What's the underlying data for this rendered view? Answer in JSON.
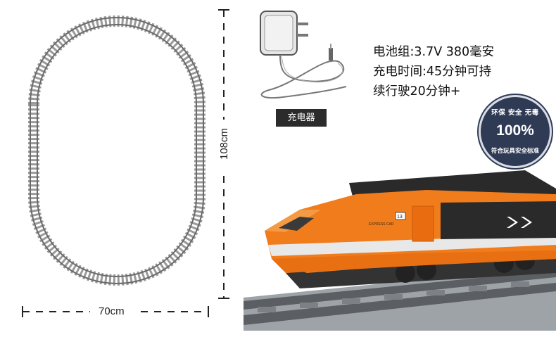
{
  "dimensions": {
    "width_label": "70cm",
    "height_label": "108cm"
  },
  "charger": {
    "label": "充电器"
  },
  "specs": {
    "line1": "电池组:3.7V 380毫安",
    "line2": "充电时间:45分钟可持",
    "line3": "续行驶20分钟+"
  },
  "badge": {
    "top_text": "环保 安全 无毒",
    "center_text": "100%",
    "bottom_text": "符合玩具安全标准"
  },
  "train": {
    "side_text": "EXPRESS CAR",
    "car_number": "13"
  },
  "colors": {
    "train_orange": "#f07c1c",
    "train_dark": "#2a2a2a",
    "rail_gray": "#8a8a8a",
    "badge_navy": "#2f3a55"
  }
}
